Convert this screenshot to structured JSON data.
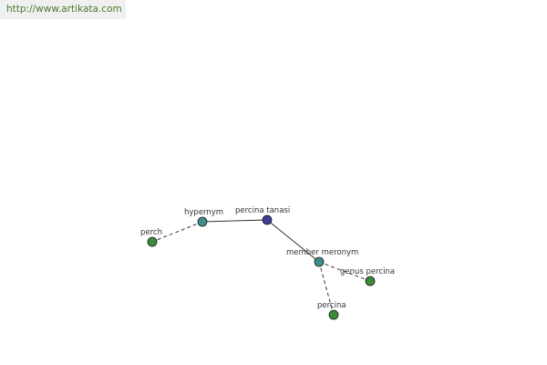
{
  "banner": {
    "url": "http://www.artikata.com"
  },
  "colors": {
    "center_node": "#3d3f96",
    "relation_node": "#3e8c8c",
    "term_node": "#3c8a3c",
    "edge": "#222222",
    "banner_text": "#4a7a2c"
  },
  "graph": {
    "nodes": [
      {
        "id": "percina-tanasi",
        "label": "percina tanasi",
        "kind": "center"
      },
      {
        "id": "hypernym",
        "label": "hypernym",
        "kind": "relation"
      },
      {
        "id": "member-meronym",
        "label": "member meronym",
        "kind": "relation"
      },
      {
        "id": "perch",
        "label": "perch",
        "kind": "term"
      },
      {
        "id": "genus-percina",
        "label": "genus percina",
        "kind": "term"
      },
      {
        "id": "percina",
        "label": "percina",
        "kind": "term"
      }
    ],
    "edges": [
      {
        "from": "percina-tanasi",
        "to": "hypernym",
        "style": "solid"
      },
      {
        "from": "percina-tanasi",
        "to": "member-meronym",
        "style": "solid"
      },
      {
        "from": "hypernym",
        "to": "perch",
        "style": "dashed"
      },
      {
        "from": "member-meronym",
        "to": "genus-percina",
        "style": "dashed"
      },
      {
        "from": "member-meronym",
        "to": "percina",
        "style": "dashed"
      }
    ]
  }
}
